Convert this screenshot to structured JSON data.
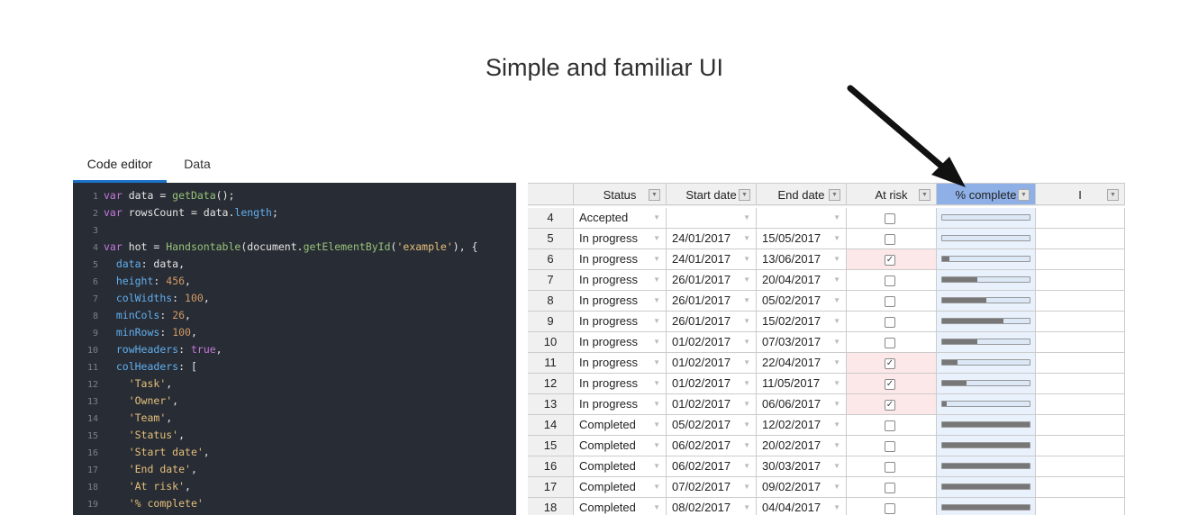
{
  "title": "Simple and familiar UI",
  "tabs": [
    "Code editor",
    "Data"
  ],
  "code_lines": [
    [
      [
        "kw",
        "var "
      ],
      [
        "",
        "data = "
      ],
      [
        "fn",
        "getData"
      ],
      [
        "",
        "();"
      ]
    ],
    [
      [
        "kw",
        "var "
      ],
      [
        "",
        "rowsCount = data."
      ],
      [
        "pr",
        "length"
      ],
      [
        "",
        ";"
      ]
    ],
    [],
    [
      [
        "kw",
        "var "
      ],
      [
        "",
        "hot = "
      ],
      [
        "fn",
        "Handsontable"
      ],
      [
        "",
        "(document."
      ],
      [
        "fn",
        "getElementById"
      ],
      [
        "",
        "("
      ],
      [
        "st",
        "'example'"
      ],
      [
        "",
        "), {"
      ]
    ],
    [
      [
        "",
        "  "
      ],
      [
        "pr",
        "data"
      ],
      [
        "",
        ": data,"
      ]
    ],
    [
      [
        "",
        "  "
      ],
      [
        "pr",
        "height"
      ],
      [
        "",
        ": "
      ],
      [
        "nm",
        "456"
      ],
      [
        "",
        ","
      ]
    ],
    [
      [
        "",
        "  "
      ],
      [
        "pr",
        "colWidths"
      ],
      [
        "",
        ": "
      ],
      [
        "nm",
        "100"
      ],
      [
        "",
        ","
      ]
    ],
    [
      [
        "",
        "  "
      ],
      [
        "pr",
        "minCols"
      ],
      [
        "",
        ": "
      ],
      [
        "nm",
        "26"
      ],
      [
        "",
        ","
      ]
    ],
    [
      [
        "",
        "  "
      ],
      [
        "pr",
        "minRows"
      ],
      [
        "",
        ": "
      ],
      [
        "nm",
        "100"
      ],
      [
        "",
        ","
      ]
    ],
    [
      [
        "",
        "  "
      ],
      [
        "pr",
        "rowHeaders"
      ],
      [
        "",
        ": "
      ],
      [
        "kw",
        "true"
      ],
      [
        "",
        ","
      ]
    ],
    [
      [
        "",
        "  "
      ],
      [
        "pr",
        "colHeaders"
      ],
      [
        "",
        ": ["
      ]
    ],
    [
      [
        "",
        "    "
      ],
      [
        "st",
        "'Task'"
      ],
      [
        "",
        ","
      ]
    ],
    [
      [
        "",
        "    "
      ],
      [
        "st",
        "'Owner'"
      ],
      [
        "",
        ","
      ]
    ],
    [
      [
        "",
        "    "
      ],
      [
        "st",
        "'Team'"
      ],
      [
        "",
        ","
      ]
    ],
    [
      [
        "",
        "    "
      ],
      [
        "st",
        "'Status'"
      ],
      [
        "",
        ","
      ]
    ],
    [
      [
        "",
        "    "
      ],
      [
        "st",
        "'Start date'"
      ],
      [
        "",
        ","
      ]
    ],
    [
      [
        "",
        "    "
      ],
      [
        "st",
        "'End date'"
      ],
      [
        "",
        ","
      ]
    ],
    [
      [
        "",
        "    "
      ],
      [
        "st",
        "'At risk'"
      ],
      [
        "",
        ","
      ]
    ],
    [
      [
        "",
        "    "
      ],
      [
        "st",
        "'% complete'"
      ]
    ]
  ],
  "columns": [
    "Status",
    "Start date",
    "End date",
    "At risk",
    "% complete",
    "I"
  ],
  "filter_glyph": "▼",
  "rows": [
    {
      "n": "4",
      "status": "Accepted",
      "start": "",
      "end": "",
      "risk": false,
      "pct": 0
    },
    {
      "n": "5",
      "status": "In progress",
      "start": "24/01/2017",
      "end": "15/05/2017",
      "risk": false,
      "pct": 0
    },
    {
      "n": "6",
      "status": "In progress",
      "start": "24/01/2017",
      "end": "13/06/2017",
      "risk": true,
      "pct": 8
    },
    {
      "n": "7",
      "status": "In progress",
      "start": "26/01/2017",
      "end": "20/04/2017",
      "risk": false,
      "pct": 40
    },
    {
      "n": "8",
      "status": "In progress",
      "start": "26/01/2017",
      "end": "05/02/2017",
      "risk": false,
      "pct": 50
    },
    {
      "n": "9",
      "status": "In progress",
      "start": "26/01/2017",
      "end": "15/02/2017",
      "risk": false,
      "pct": 70
    },
    {
      "n": "10",
      "status": "In progress",
      "start": "01/02/2017",
      "end": "07/03/2017",
      "risk": false,
      "pct": 40
    },
    {
      "n": "11",
      "status": "In progress",
      "start": "01/02/2017",
      "end": "22/04/2017",
      "risk": true,
      "pct": 18
    },
    {
      "n": "12",
      "status": "In progress",
      "start": "01/02/2017",
      "end": "11/05/2017",
      "risk": true,
      "pct": 28
    },
    {
      "n": "13",
      "status": "In progress",
      "start": "01/02/2017",
      "end": "06/06/2017",
      "risk": true,
      "pct": 5
    },
    {
      "n": "14",
      "status": "Completed",
      "start": "05/02/2017",
      "end": "12/02/2017",
      "risk": false,
      "pct": 100
    },
    {
      "n": "15",
      "status": "Completed",
      "start": "06/02/2017",
      "end": "20/02/2017",
      "risk": false,
      "pct": 100
    },
    {
      "n": "16",
      "status": "Completed",
      "start": "06/02/2017",
      "end": "30/03/2017",
      "risk": false,
      "pct": 100
    },
    {
      "n": "17",
      "status": "Completed",
      "start": "07/02/2017",
      "end": "09/02/2017",
      "risk": false,
      "pct": 100
    },
    {
      "n": "18",
      "status": "Completed",
      "start": "08/02/2017",
      "end": "04/04/2017",
      "risk": false,
      "pct": 100
    }
  ],
  "colors": {
    "accent": "#1a73c9",
    "editor_bg": "#282c34",
    "selected_header": "#8eb0e7",
    "risk_bg": "#fce8e8"
  }
}
